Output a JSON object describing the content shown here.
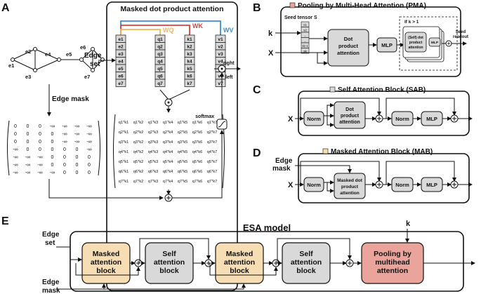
{
  "panels": {
    "a": {
      "letter": "A",
      "title": "Masked dot product attention",
      "edge_mask_label": "Edge mask",
      "edge_set_label_1": "Edge",
      "edge_set_label_2": "set",
      "graph_edges": [
        "e1",
        "e2",
        "e3",
        "e4",
        "e5",
        "e6",
        "e7"
      ],
      "e_col": [
        "e1",
        "e2",
        "e3",
        "e4",
        "e5",
        "e6",
        "e7"
      ],
      "q_col": [
        "q1",
        "q2",
        "q3",
        "q4",
        "q5",
        "q6",
        "q7"
      ],
      "k_col": [
        "k1",
        "k2",
        "k3",
        "k4",
        "k5",
        "k6",
        "k7"
      ],
      "v_col": [
        "v1",
        "v2",
        "v3",
        "v4",
        "v5",
        "v6",
        "v7"
      ],
      "wq": "WQ",
      "wk": "WK",
      "wv": "WV",
      "right_label": "right",
      "left_label": "left",
      "softmax_label": "softmax",
      "mask_matrix": [
        [
          "0",
          "0",
          "0",
          "-∞",
          "-∞",
          "-∞",
          "-∞"
        ],
        [
          "0",
          "0",
          "0",
          "0",
          "-∞",
          "-∞",
          "-∞"
        ],
        [
          "0",
          "0",
          "0",
          "0",
          "-∞",
          "-∞",
          "-∞"
        ],
        [
          "-∞",
          "0",
          "0",
          "0",
          "0",
          "0",
          "-∞"
        ],
        [
          "-∞",
          "-∞",
          "-∞",
          "0",
          "0",
          "0",
          "0"
        ],
        [
          "-∞",
          "-∞",
          "-∞",
          "0",
          "0",
          "0",
          "0"
        ],
        [
          "-∞",
          "-∞",
          "-∞",
          "-∞",
          "0",
          "0",
          "0"
        ]
      ],
      "qk_matrix_note": "q_i^T k_j"
    },
    "b": {
      "letter": "B",
      "title": "Pooling by Multi-Head Attention (PMA)",
      "seed_label": "Seed tensor S",
      "seed_sub": "k",
      "k_label": "k",
      "x_label": "X",
      "dot_label": [
        "Dot",
        "product",
        "attention"
      ],
      "mlp_label": "MLP",
      "ifk_label": "If k > 1",
      "inner_label": [
        "(Self) dot",
        "product",
        "attention"
      ],
      "inner_mlp": "MLP",
      "seed_readout": [
        "Seed",
        "readout"
      ],
      "seed_cells": [
        "s1",
        "s2",
        "...",
        "...",
        "sk-1",
        "sk"
      ]
    },
    "c": {
      "letter": "C",
      "title": "Self Attention Block (SAB)",
      "x_label": "X",
      "norm1": "Norm",
      "dot_label": [
        "Dot",
        "product",
        "attention"
      ],
      "norm2": "Norm",
      "mlp_label": "MLP"
    },
    "d": {
      "letter": "D",
      "title": "Masked Attention Block (MAB)",
      "edge_mask": [
        "Edge",
        "mask"
      ],
      "x_label": "X",
      "norm1": "Norm",
      "dot_label": [
        "Masked dot",
        "product",
        "attention"
      ],
      "norm2": "Norm",
      "mlp_label": "MLP"
    },
    "e": {
      "letter": "E",
      "title": "ESA model",
      "edge_set": [
        "Edge",
        "set"
      ],
      "edge_mask": [
        "Edge",
        "mask"
      ],
      "k_label": "k",
      "blocks": [
        {
          "lines": [
            "Masked",
            "attention",
            "block"
          ],
          "kind": "mab"
        },
        {
          "lines": [
            "Self",
            "attention",
            "block"
          ],
          "kind": "sab"
        },
        {
          "lines": [
            "Masked",
            "attention",
            "block"
          ],
          "kind": "mab"
        },
        {
          "lines": [
            "Self",
            "attention",
            "block"
          ],
          "kind": "sab"
        },
        {
          "lines": [
            "Pooling by",
            "multihead",
            "attention"
          ],
          "kind": "pma"
        }
      ]
    }
  },
  "colors": {
    "mab": "#f7ddb3",
    "sab": "#d9d9d9",
    "pma": "#eba49b",
    "wq": "#f5b452",
    "wk": "#d9423b",
    "wv": "#3b8fd1",
    "cell": "#d9d9d9"
  }
}
